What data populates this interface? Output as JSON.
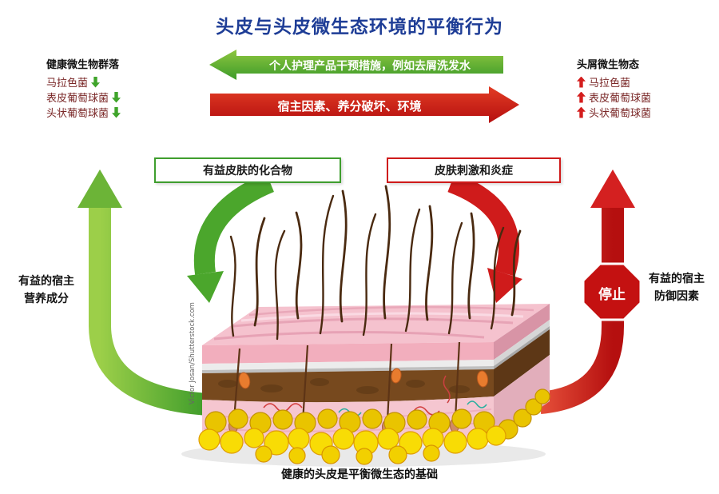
{
  "title": "头皮与头皮微生态环境的平衡行为",
  "top_flows": {
    "intervention": "个人护理产品干预措施，例如去屑洗发水",
    "host_factors": "宿主因素、养分破坏、环境"
  },
  "healthy_panel": {
    "header": "健康微生物群落",
    "items": [
      {
        "label": "马拉色菌",
        "trend": "down"
      },
      {
        "label": "表皮葡萄球菌",
        "trend": "down"
      },
      {
        "label": "头状葡萄球菌",
        "trend": "down"
      }
    ]
  },
  "dandruff_panel": {
    "header": "头屑微生物态",
    "items": [
      {
        "label": "马拉色菌",
        "trend": "up"
      },
      {
        "label": "表皮葡萄球菌",
        "trend": "up"
      },
      {
        "label": "头状葡萄球菌",
        "trend": "up"
      }
    ]
  },
  "callouts": {
    "beneficial_compounds": "有益皮肤的化合物",
    "irritation_inflammation": "皮肤刺激和炎症"
  },
  "left_cycle": {
    "line1": "有益的宿主",
    "line2": "营养成分"
  },
  "right_cycle": {
    "line1": "有益的宿主",
    "line2": "防御因素"
  },
  "stop_sign": "停止",
  "caption": "健康的头皮是平衡微生态的基础",
  "watermark": "Victor Josan/Shutterstock.com",
  "colors": {
    "title": "#1e3d96",
    "green": "#4aa42c",
    "red": "#cf1b1b",
    "fat_yellow": "#f8dc05"
  }
}
